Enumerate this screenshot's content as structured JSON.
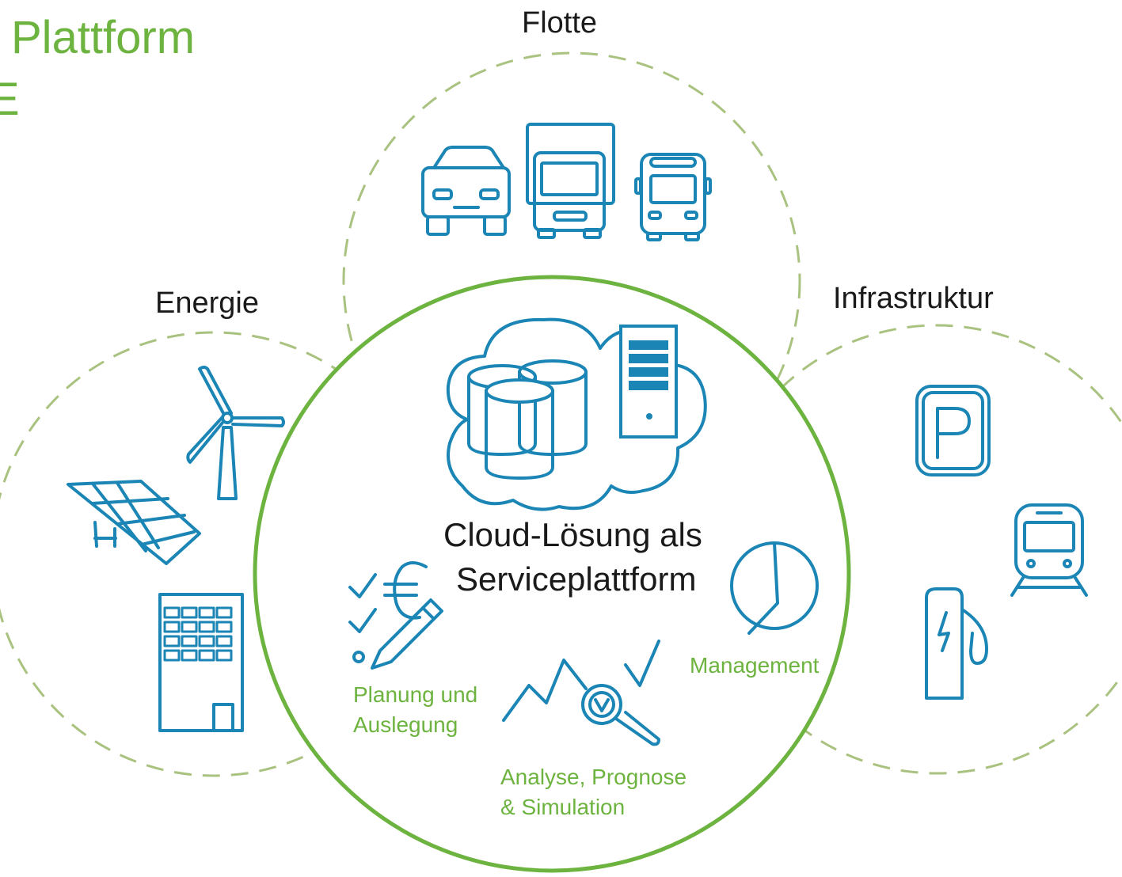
{
  "page": {
    "title": "Plattform",
    "title_fragment": "E"
  },
  "circles": {
    "top": {
      "label": "Flotte"
    },
    "left": {
      "label": "Energie"
    },
    "right": {
      "label": "Infrastruktur"
    },
    "center": {
      "line1": "Cloud-Lösung als",
      "line2": "Serviceplattform"
    }
  },
  "services": {
    "planning": {
      "line1": "Planung und",
      "line2": "Auslegung"
    },
    "analysis": {
      "line1": "Analyse, Prognose",
      "line2": "& Simulation"
    },
    "management": {
      "label": "Management"
    }
  },
  "colors": {
    "accent_green": "#6db33f",
    "dash_green": "#a9c27f",
    "icon_blue": "#1b86b5",
    "text_dark": "#1a1a1a"
  },
  "icons": [
    "car-icon",
    "truck-icon",
    "bus-icon",
    "wind-turbine-icon",
    "solar-panel-icon",
    "building-icon",
    "cloud-icon",
    "database-icon",
    "server-icon",
    "euro-checklist-icon",
    "trend-magnifier-icon",
    "pie-chart-icon",
    "parking-icon",
    "train-icon",
    "ev-charger-icon"
  ]
}
